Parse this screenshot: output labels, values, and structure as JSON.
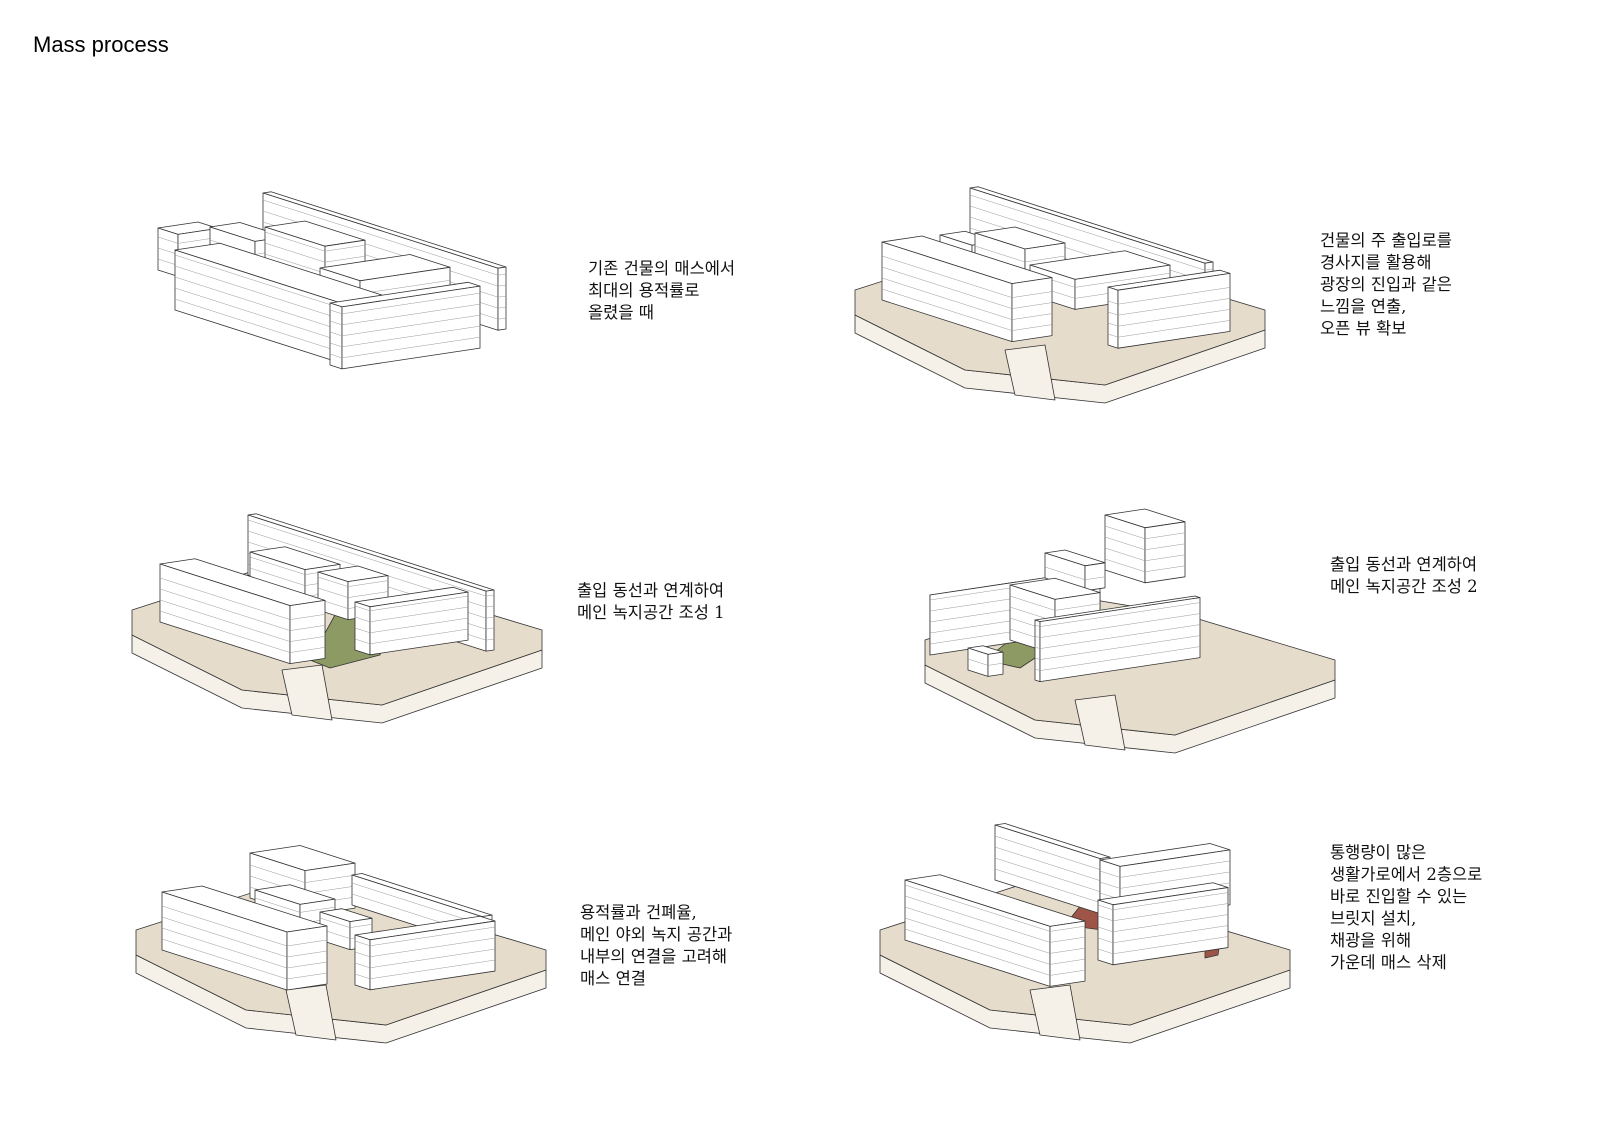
{
  "title": "Mass process",
  "colors": {
    "ground_top": "#e6dccc",
    "ground_side": "#f5f1e8",
    "green_space": "#8d9a63",
    "bridge": "#9e5547",
    "line": "#333333"
  },
  "panels": [
    {
      "caption": [
        "기존 건물의 매스에서",
        "최대의 용적률로",
        "올렸을 때"
      ]
    },
    {
      "caption": [
        "건물의 주 출입로를",
        "경사지를 활용해",
        "광장의 진입과 같은",
        "느낌을 연출,",
        "오픈 뷰 확보"
      ]
    },
    {
      "caption": [
        "출입 동선과 연계하여",
        "메인 녹지공간 조성 1"
      ]
    },
    {
      "caption": [
        "출입 동선과 연계하여",
        "메인 녹지공간 조성 2"
      ]
    },
    {
      "caption": [
        "용적률과 건폐율,",
        "메인 야외 녹지 공간과",
        "내부의 연결을 고려해",
        "매스 연결"
      ]
    },
    {
      "caption": [
        "통행량이 많은",
        "생활가로에서 2층으로",
        "바로 진입할 수 있는",
        "브릿지 설치,",
        "채광을 위해",
        "가운데 매스 삭제"
      ]
    }
  ]
}
